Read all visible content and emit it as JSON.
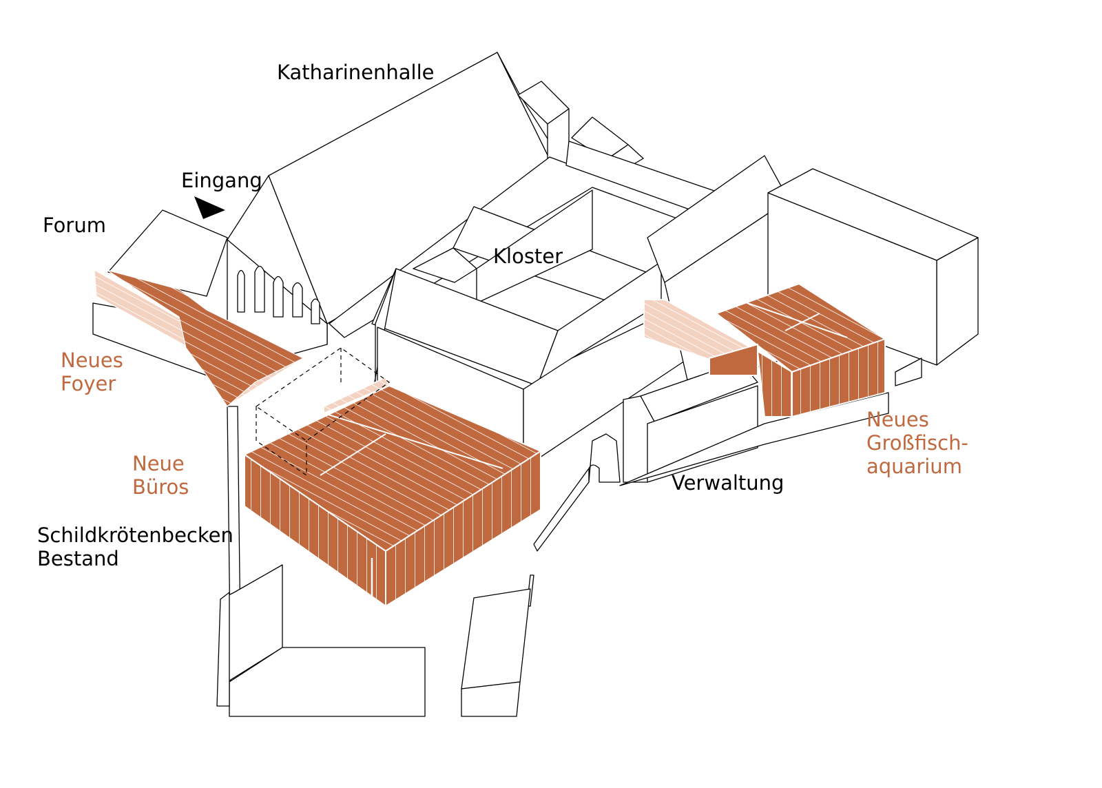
{
  "colors": {
    "outline": "#000000",
    "new_building": "#c0683e",
    "new_building_light": "#efc7b3",
    "background": "#ffffff"
  },
  "labels": {
    "katharinenhalle": "Katharinenhalle",
    "eingang": "Eingang",
    "forum": "Forum",
    "kloster": "Kloster",
    "neues_foyer": [
      "Neues",
      "Foyer"
    ],
    "neue_bueros": [
      "Neue",
      "Büros"
    ],
    "schildkroetenbecken": [
      "Schildkrötenbecken",
      "Bestand"
    ],
    "verwaltung": "Verwaltung",
    "neues_grossfischaquarium": [
      "Neues",
      "Großfisch-",
      "aquarium"
    ]
  },
  "icons": {
    "entrance": "entrance-arrow-icon"
  }
}
